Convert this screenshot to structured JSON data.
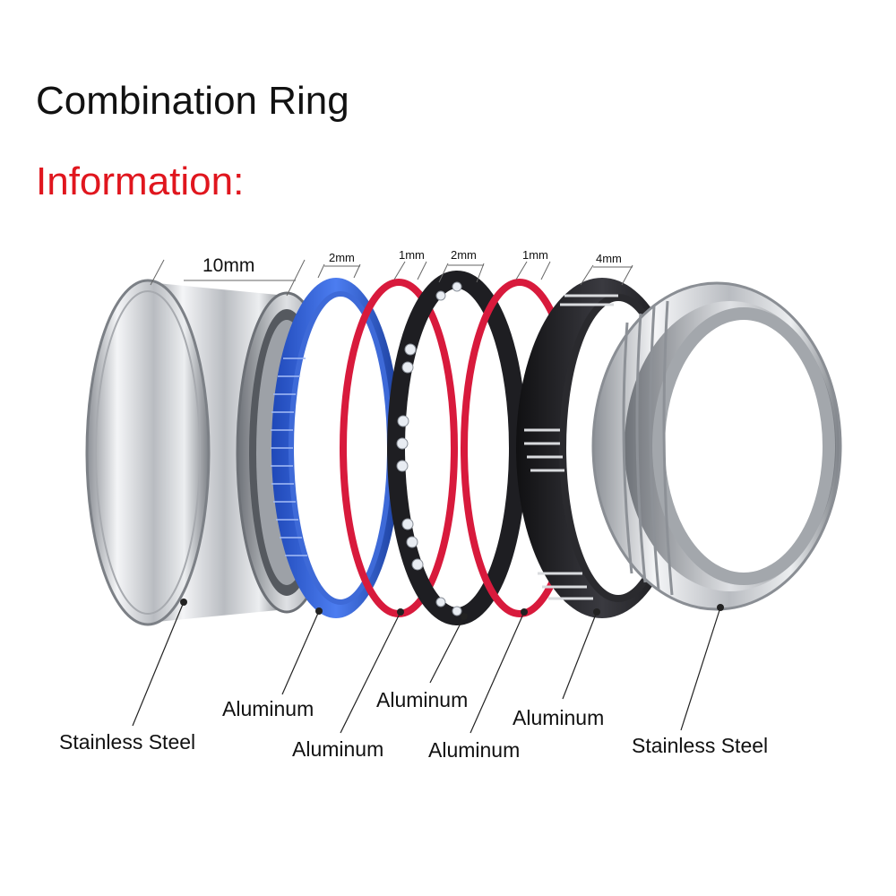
{
  "title": "Combination Ring",
  "subtitle": "Information:",
  "colors": {
    "subtitle": "#e0161e",
    "blue_ring": "#2f5fd6",
    "red_ring": "#d81a3c",
    "black_ring": "#1e1e22",
    "steel": "#c9ccd1"
  },
  "dimensions": {
    "outer_width": "10mm",
    "blue_ring_width": "2mm",
    "red_ring_1_width": "1mm",
    "crystal_ring_width": "2mm",
    "red_ring_2_width": "1mm",
    "black_ring_width": "4mm"
  },
  "materials": {
    "outer_sleeve": "Stainless Steel",
    "blue_ring": "Aluminum",
    "red_ring_1": "Aluminum",
    "crystal_ring": "Aluminum",
    "red_ring_2": "Aluminum",
    "black_ring": "Aluminum",
    "inner_core": "Stainless Steel"
  }
}
